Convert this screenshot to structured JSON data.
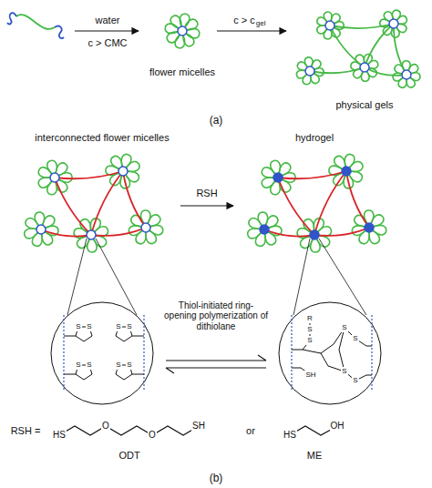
{
  "diagram": {
    "labels": [
      "water",
      "c > CMC",
      "flower micelles",
      "c > c",
      "gel",
      "physical gels",
      "(a)",
      "interconnected flower micelles",
      "hydrogel",
      "RSH",
      "Thiol-initiated ring-opening polymerization of dithiolane",
      "S",
      "S",
      "S",
      "S",
      "S",
      "S",
      "S",
      "S",
      "R",
      "S",
      "S",
      "S",
      "S",
      "SH",
      "S",
      "S",
      "RSH =",
      "HS",
      "O",
      "O",
      "SH",
      "ODT",
      "or",
      "HS",
      "OH",
      "ME",
      "(b)"
    ]
  }
}
